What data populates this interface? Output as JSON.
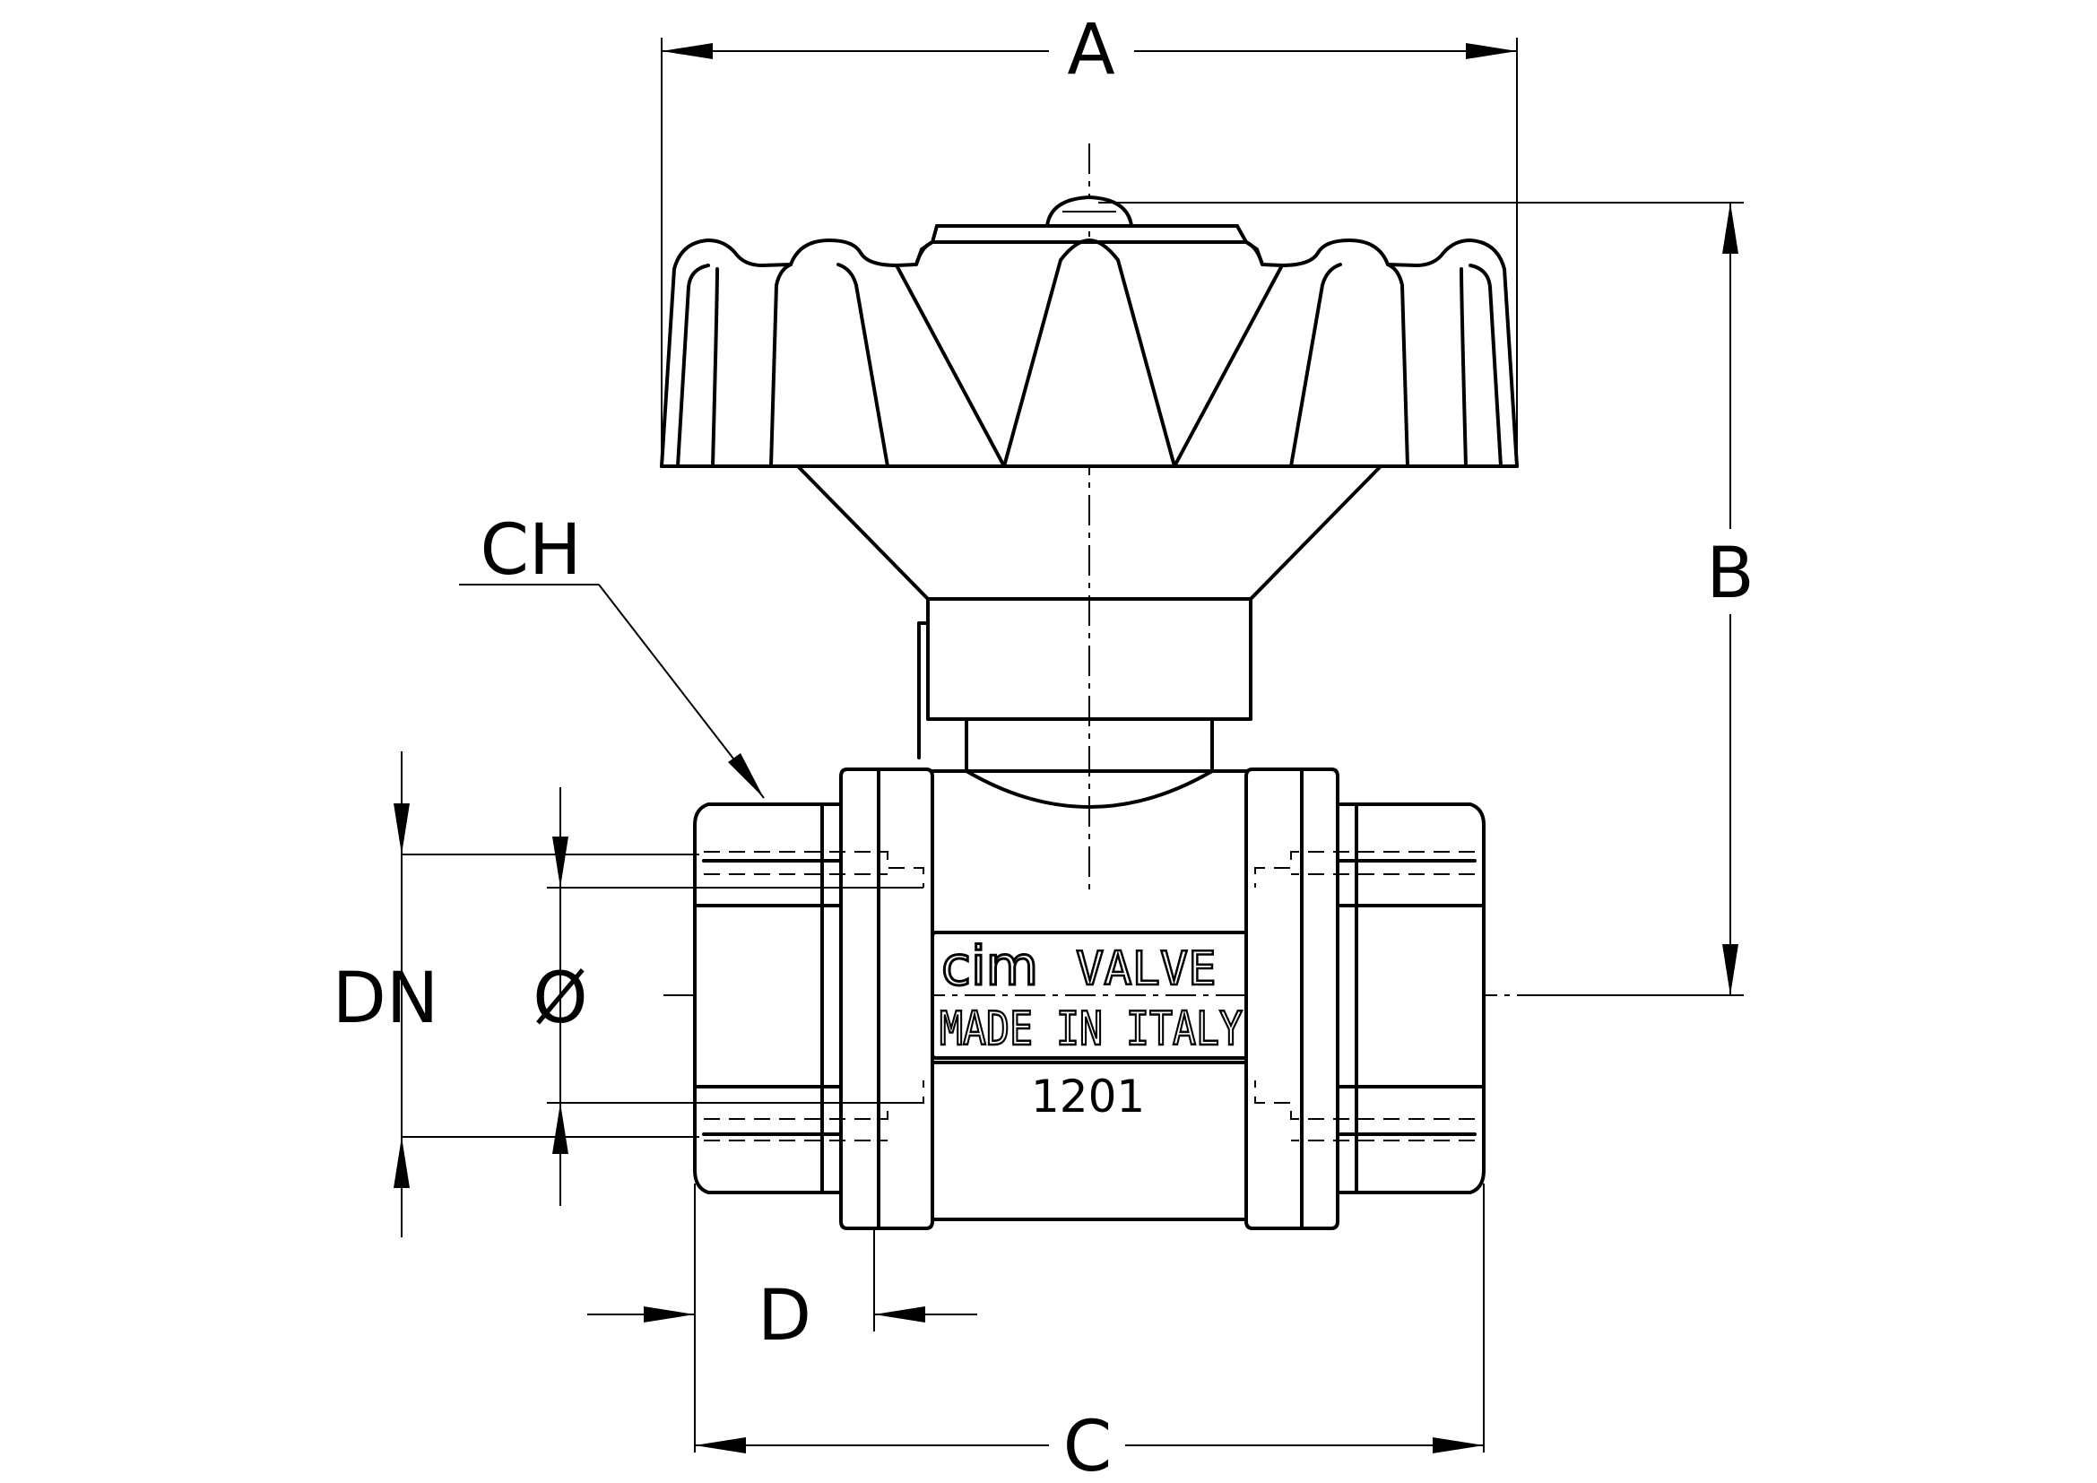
{
  "dimensions": {
    "A": "A",
    "B": "B",
    "C": "C",
    "D": "D",
    "CH": "CH",
    "DN": "DN",
    "diameter": "Ø"
  },
  "body_marking": {
    "brand": "cim",
    "brand_suffix": "VALVE",
    "origin": "MADE IN ITALY",
    "code": "1201"
  }
}
